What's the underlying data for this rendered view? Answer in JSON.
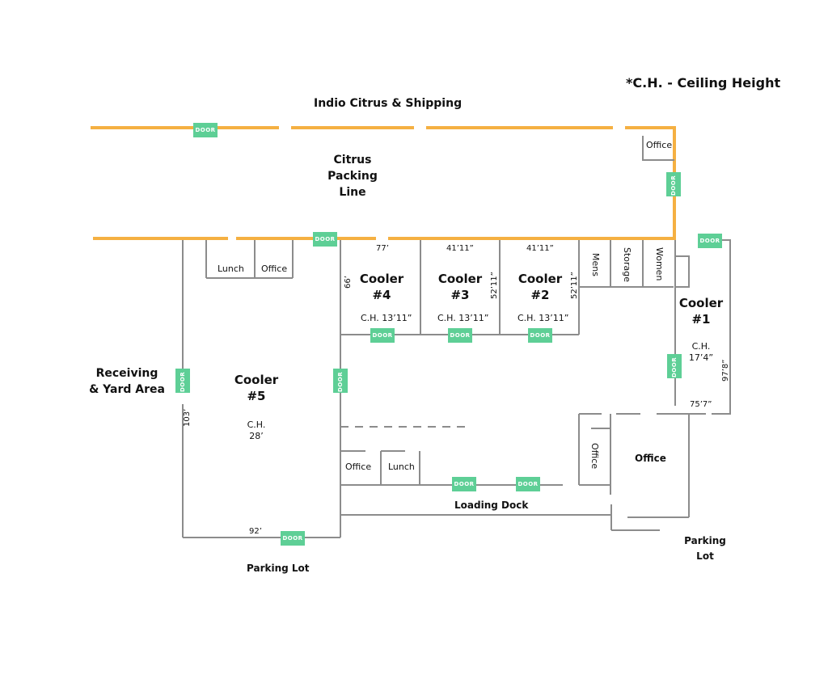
{
  "legend": "*C.H. - Ceiling Height",
  "building_name": "Indio Citrus & Shipping",
  "door_label": "DOOR",
  "areas": {
    "packing_line": [
      "Citrus",
      "Packing",
      "Line"
    ],
    "cooler1": [
      "Cooler",
      "#1"
    ],
    "cooler2": [
      "Cooler",
      "#2"
    ],
    "cooler3": [
      "Cooler",
      "#3"
    ],
    "cooler4": [
      "Cooler",
      "#4"
    ],
    "cooler5": [
      "Cooler",
      "#5"
    ],
    "receiving": [
      "Receiving",
      "& Yard Area"
    ],
    "parking_lot_left": "Parking Lot",
    "parking_lot_right": [
      "Parking",
      "Lot"
    ],
    "loading_dock": "Loading Dock"
  },
  "rooms": {
    "office_top_right": "Office",
    "lunch_top": "Lunch",
    "office_top": "Office",
    "mens": "Mens",
    "storage": "Storage",
    "women": "Women",
    "office_bottom": "Office",
    "lunch_bottom": "Lunch",
    "office_vertical": "Office",
    "office_large": "Office"
  },
  "ceiling_heights": {
    "cooler1": [
      "C.H.",
      "17’4”"
    ],
    "cooler2": "C.H. 13’11”",
    "cooler3": "C.H. 13’11”",
    "cooler4": "C.H. 13’11”",
    "cooler5": [
      "C.H.",
      "28’"
    ]
  },
  "dimensions": {
    "cooler4_width": "77’",
    "cooler3_width": "41’11”",
    "cooler2_width": "41’11”",
    "cooler4_depth": "66’",
    "cooler3_depth": "52’11”",
    "cooler2_depth": "52’11”",
    "cooler1_width": "75’7”",
    "cooler1_depth": "97’8”",
    "cooler5_width": "92’",
    "cooler5_depth": "103’"
  },
  "colors": {
    "exterior_wall": "#f5b042",
    "interior_wall": "#8c8c8c",
    "door": "#5ecf96"
  }
}
